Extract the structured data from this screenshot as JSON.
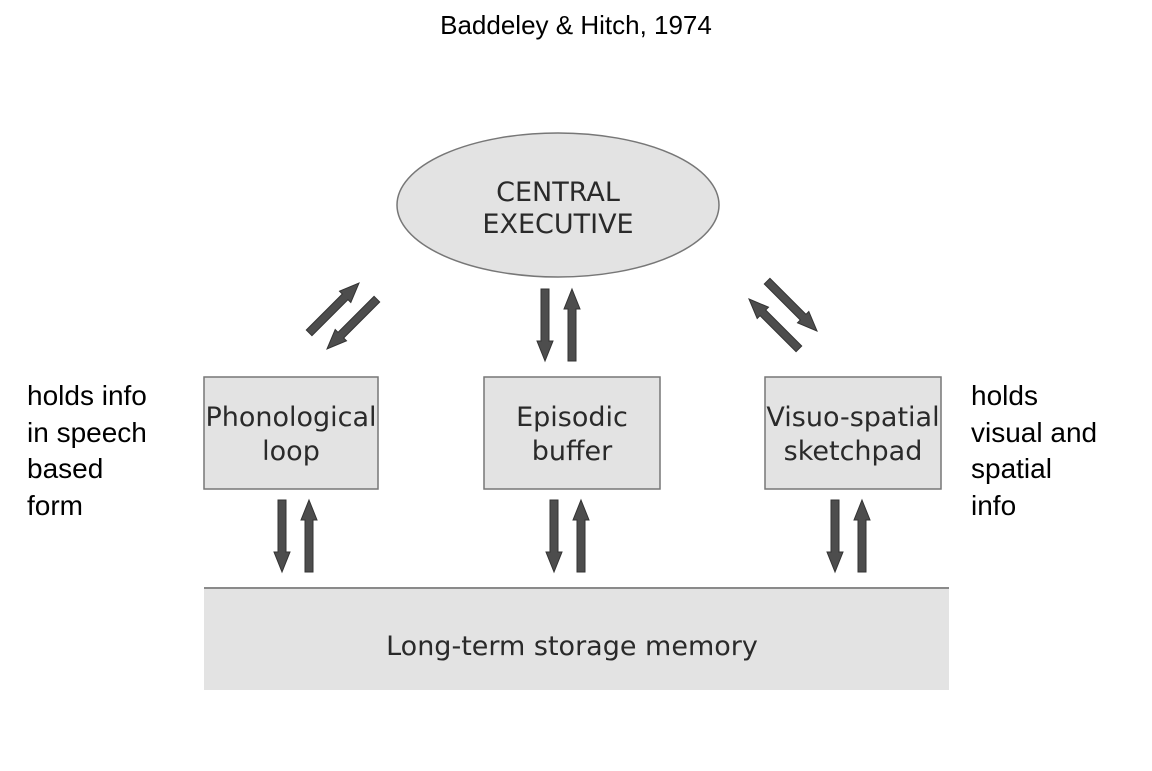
{
  "title": "Baddeley & Hitch, 1974",
  "components": {
    "central_executive": {
      "line1": "CENTRAL",
      "line2": "EXECUTIVE"
    },
    "phonological_loop": {
      "line1": "Phonological",
      "line2": "loop"
    },
    "episodic_buffer": {
      "line1": "Episodic",
      "line2": "buffer"
    },
    "visuo_spatial_sketchpad": {
      "line1": "Visuo-spatial",
      "line2": "sketchpad"
    },
    "long_term_memory": {
      "label": "Long-term storage memory"
    }
  },
  "notes": {
    "left": [
      "holds info",
      "in speech",
      "based",
      "form"
    ],
    "right": [
      "holds",
      "visual and",
      "spatial",
      "info"
    ]
  },
  "colors": {
    "shape_fill": "#e3e3e3",
    "shape_stroke": "#777777",
    "arrow_fill": "#4d4d4d",
    "arrow_stroke": "#333333"
  }
}
